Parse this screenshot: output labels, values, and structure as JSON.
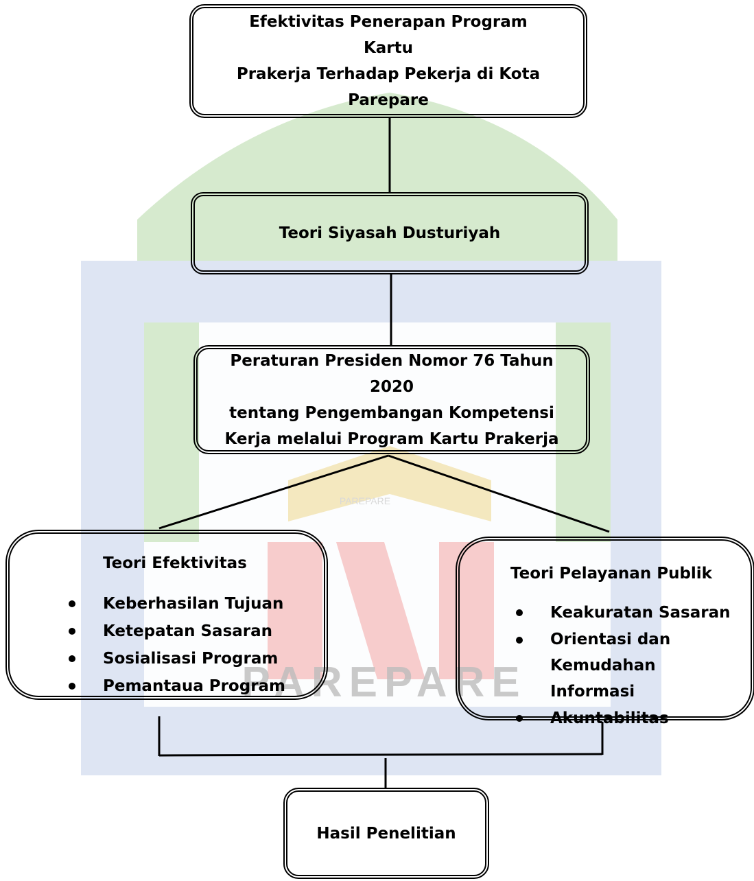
{
  "diagram": {
    "title_box": {
      "lines": [
        "Efektivitas Penerapan Program Kartu",
        "Prakerja Terhadap Pekerja di Kota",
        "Parepare"
      ]
    },
    "theory_box": {
      "label": "Teori Siyasah Dusturiyah"
    },
    "regulation_box": {
      "lines": [
        "Peraturan Presiden Nomor 76 Tahun 2020",
        "tentang Pengembangan Kompetensi",
        "Kerja melalui Program Kartu Prakerja"
      ]
    },
    "left_box": {
      "heading": "Teori Efektivitas",
      "items": [
        "Keberhasilan Tujuan",
        "Ketepatan Sasaran",
        "Sosialisasi Program",
        "Pemantaua Program"
      ]
    },
    "right_box": {
      "heading": "Teori Pelayanan Publik",
      "items": [
        "Keakuratan Sasaran",
        "Orientasi dan Kemudahan Informasi",
        "Akuntabilitas"
      ]
    },
    "result_box": {
      "label": "Hasil Penelitian"
    }
  },
  "watermark": {
    "small_text": "PAREPARE",
    "large_text": "PAREPARE",
    "colors": {
      "green": "#cfe6c6",
      "blue": "#d6def0",
      "red": "#f6c6c6",
      "yellow": "#f3e6b8",
      "gray": "#d9d9d9"
    }
  }
}
